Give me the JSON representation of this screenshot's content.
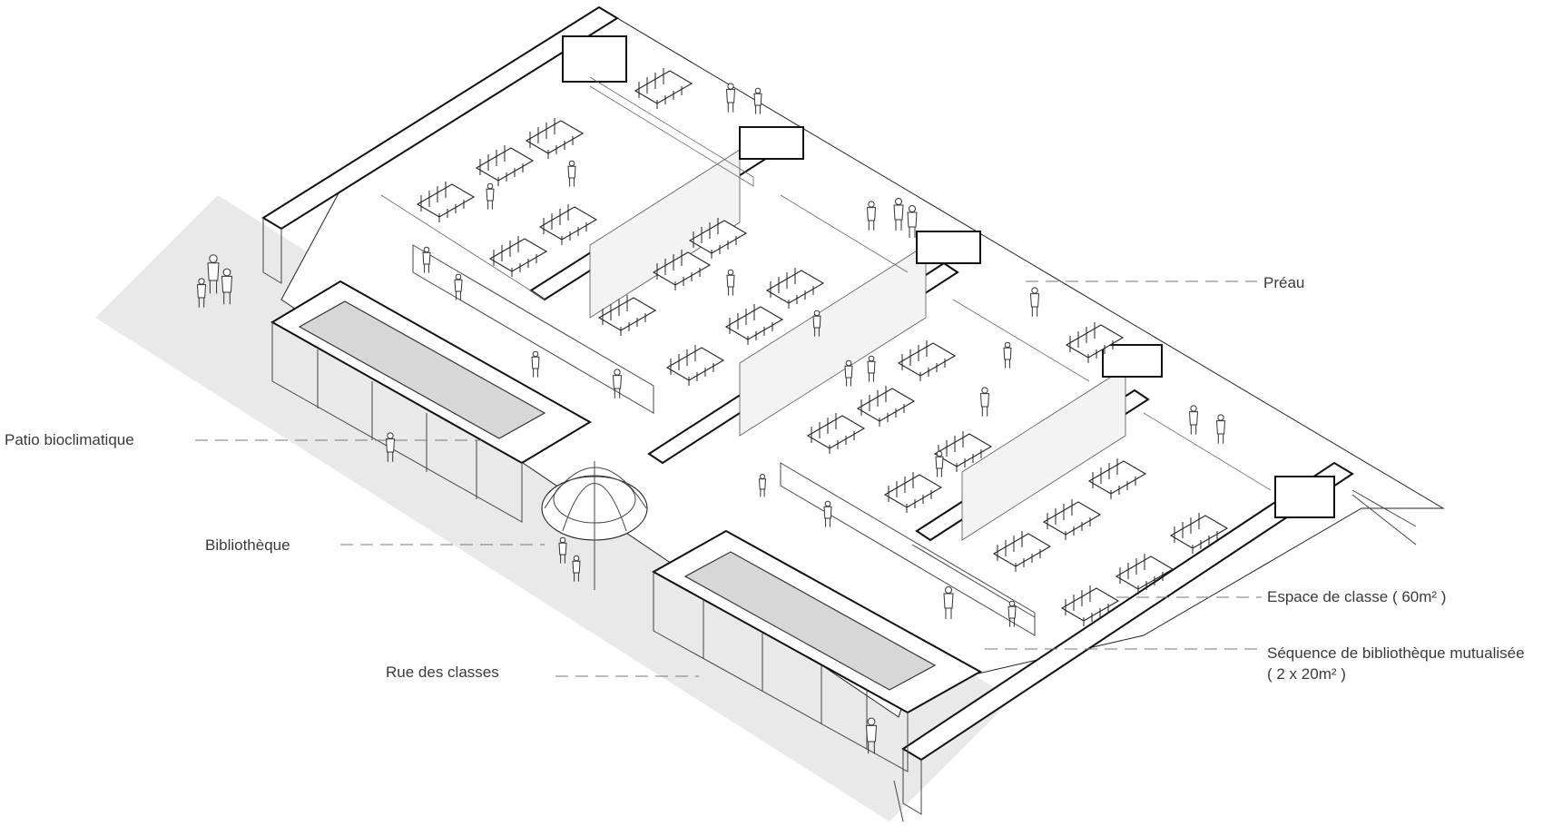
{
  "labels": {
    "preau": "Préau",
    "patio": "Patio bioclimatique",
    "bibliotheque": "Bibliothèque",
    "espace_classe": "Espace de classe ( 60m² )",
    "sequence_line1": "Séquence de bibliothèque mutualisée",
    "sequence_line2": "( 2 x 20m² )",
    "rue": "Rue des classes"
  },
  "colors": {
    "line": "#111111",
    "label_text": "#3a3a3a",
    "street_shadow": "#e9e9e9",
    "patio_water": "#d7d7d7",
    "leader": "#777777"
  }
}
